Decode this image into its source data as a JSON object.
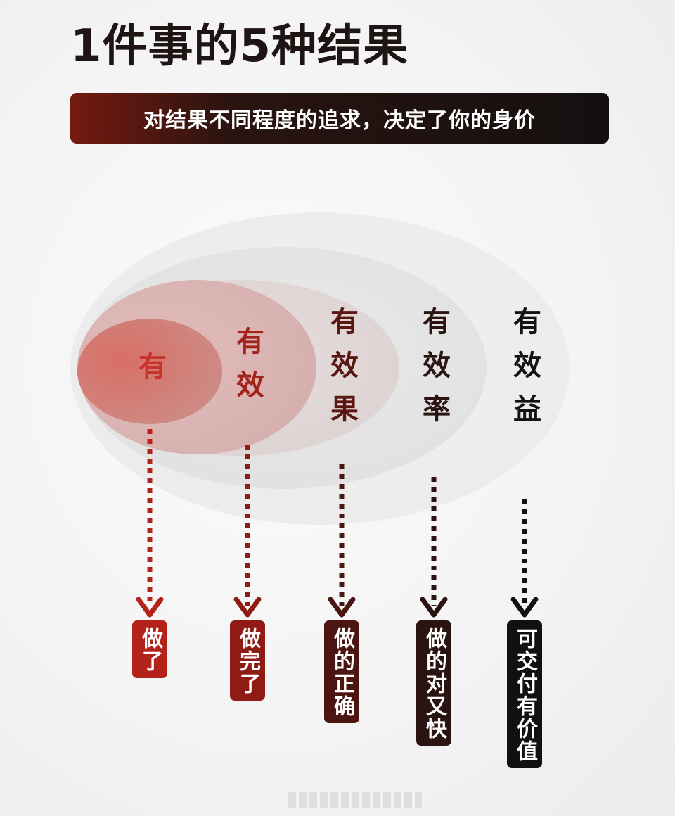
{
  "title": "1件事的5种结果",
  "subtitle": "对结果不同程度的追求，决定了你的身价",
  "levels": [
    {
      "label": "有",
      "result": "做了",
      "color": "#c8342a",
      "tag_color": "#b4231a"
    },
    {
      "label": "有效",
      "result": "做完了",
      "color": "#a3231c",
      "tag_color": "#8e1c14"
    },
    {
      "label": "有效果",
      "result": "做的正确",
      "color": "#5a1712",
      "tag_color": "#4b1511"
    },
    {
      "label": "有效率",
      "result": "做的对又快",
      "color": "#2c1412",
      "tag_color": "#2a1412"
    },
    {
      "label": "有效益",
      "result": "可交付有价值",
      "color": "#161112",
      "tag_color": "#131011"
    }
  ]
}
